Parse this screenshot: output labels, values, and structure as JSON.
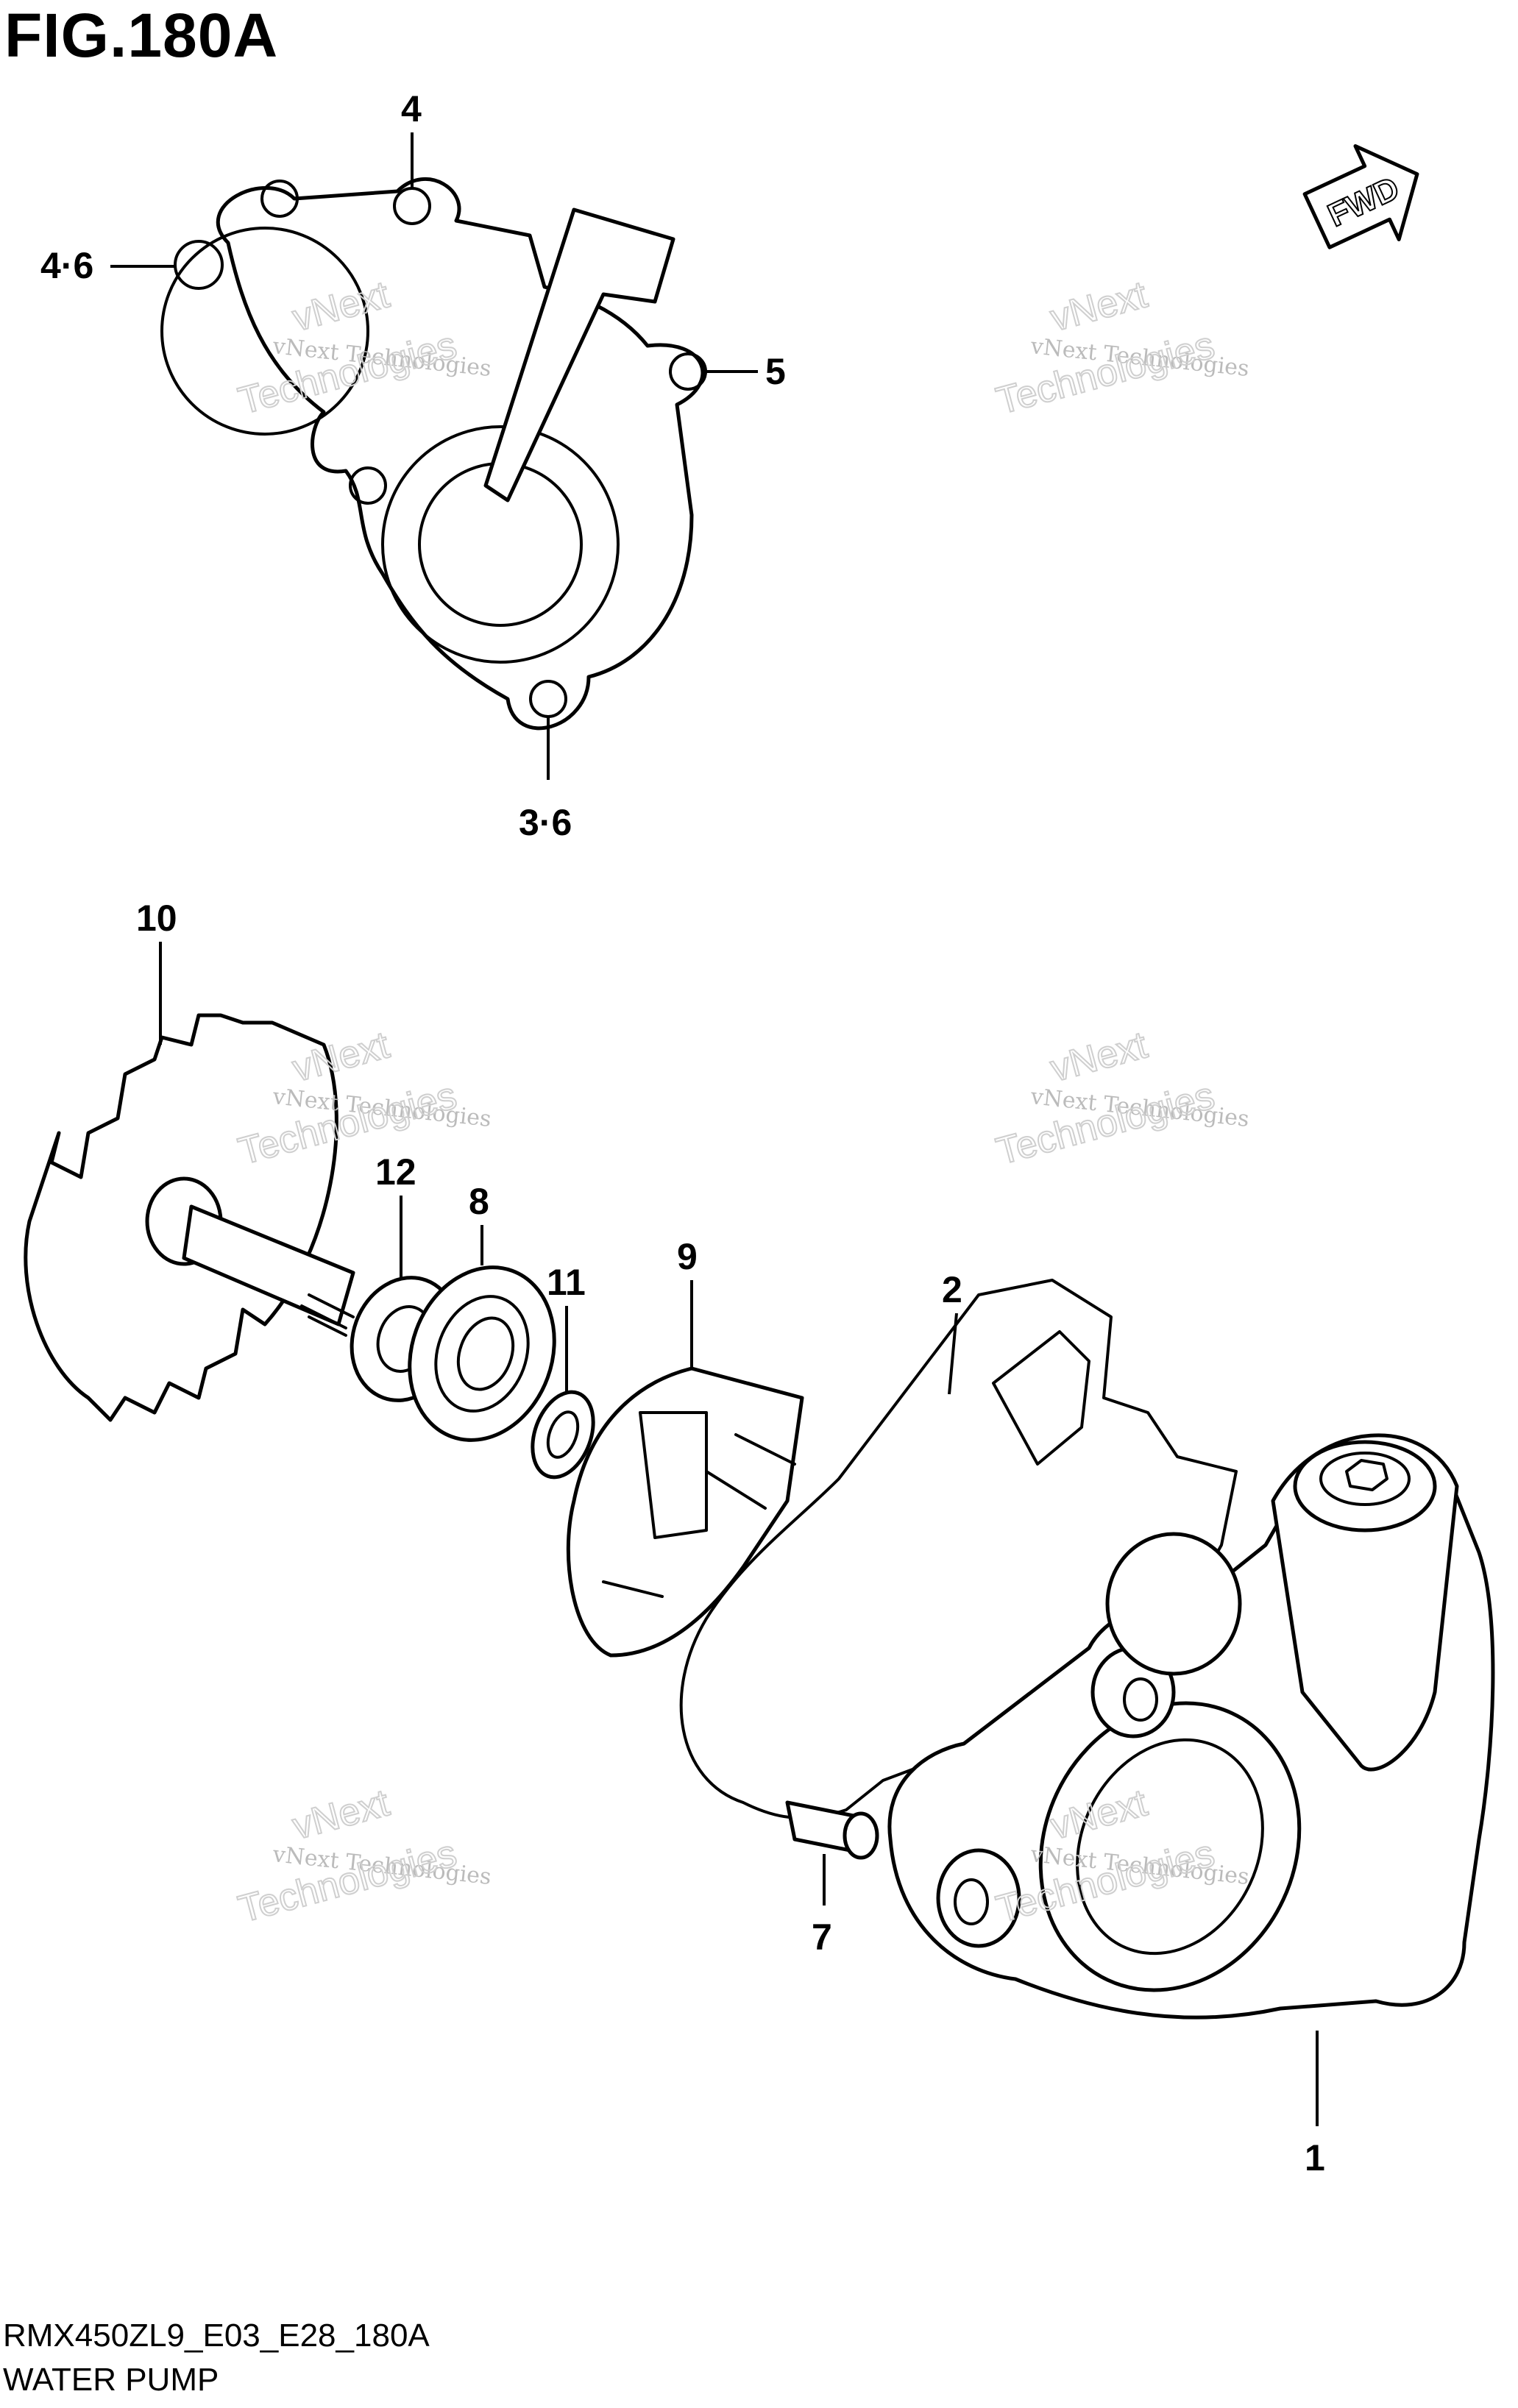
{
  "figure": {
    "title": "FIG.180A",
    "model_code": "RMX450ZL9_E03_E28_180A",
    "group_name": "WATER PUMP",
    "fwd_label": "FWD"
  },
  "callouts": [
    {
      "id": "4",
      "label": "4"
    },
    {
      "id": "4-6",
      "label": "4·6"
    },
    {
      "id": "5",
      "label": "5"
    },
    {
      "id": "3-6",
      "label": "3·6"
    },
    {
      "id": "10",
      "label": "10"
    },
    {
      "id": "12",
      "label": "12"
    },
    {
      "id": "8",
      "label": "8"
    },
    {
      "id": "11",
      "label": "11"
    },
    {
      "id": "9",
      "label": "9"
    },
    {
      "id": "2",
      "label": "2"
    },
    {
      "id": "7",
      "label": "7"
    },
    {
      "id": "1",
      "label": "1"
    }
  ],
  "watermark": {
    "line1": "vNext Technologies",
    "line2": "vNext",
    "line3": "Technologies"
  }
}
